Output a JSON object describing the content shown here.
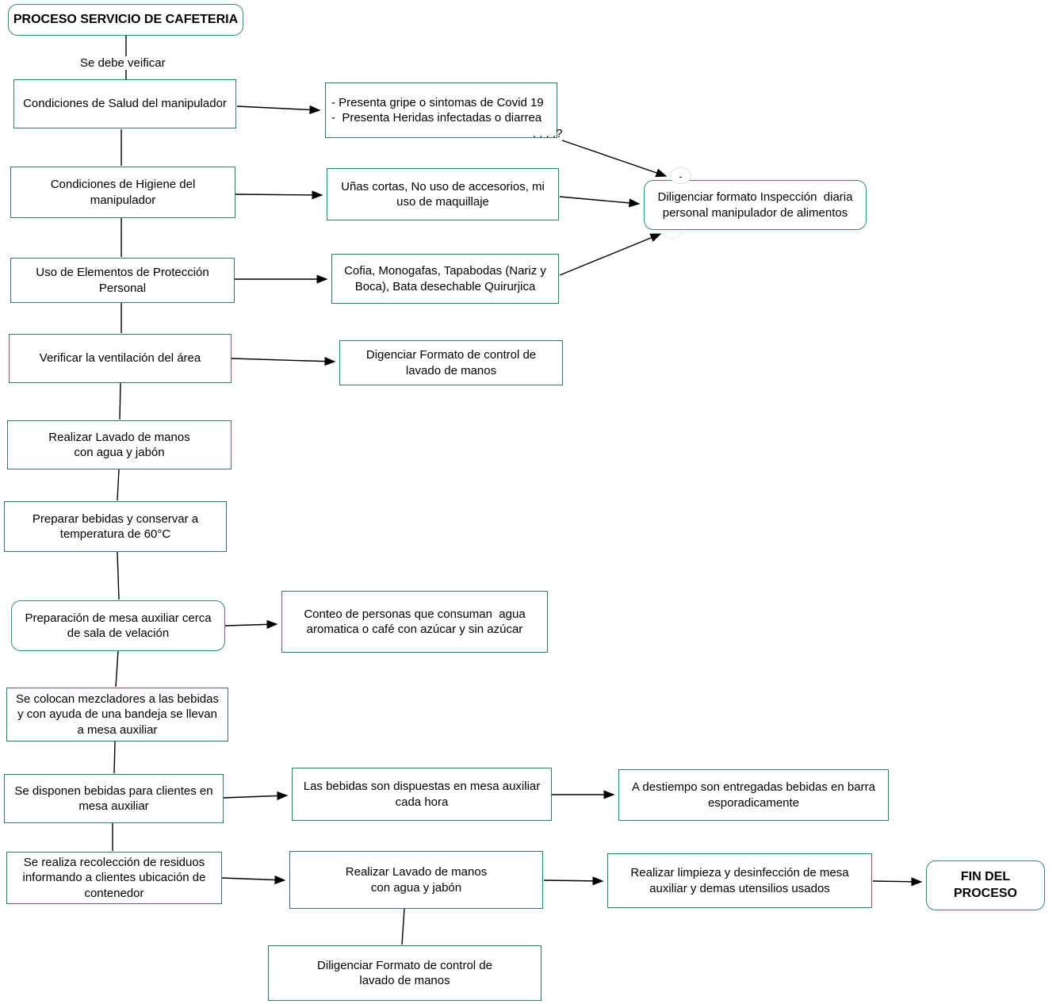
{
  "colors": {
    "box_border_green": "#2e7e66",
    "rounded_border_green": "#3a8e6e",
    "connector_black": "#000000",
    "text_black": "#000000"
  },
  "labels": {
    "verify": "Se debe veificar",
    "question": ". . . .?",
    "dash": "-"
  },
  "nodes": {
    "title": {
      "label": "PROCESO SERVICIO DE CAFETERIA"
    },
    "salud": {
      "label": "Condiciones de Salud del manipulador"
    },
    "gripe": {
      "label": "- Presenta gripe o sintomas de Covid 19\n-  Presenta Heridas infectadas o diarrea"
    },
    "higiene": {
      "label": "Condiciones de Higiene del\nmanipulador"
    },
    "unas": {
      "label": "Uñas cortas, No uso de accesorios, mi\nuso de maquillaje"
    },
    "inspeccion": {
      "label": "Diligenciar formato Inspección  diaria\npersonal manipulador de alimentos"
    },
    "epp": {
      "label": "Uso de Elementos de Protección\nPersonal"
    },
    "cofia": {
      "label": "Cofia, Monogafas, Tapabodas (Nariz y\nBoca), Bata desechable Quirurjica"
    },
    "ventilacion": {
      "label": "Verificar la ventilación del área"
    },
    "digenciar_control": {
      "label": "Digenciar Formato de control de\nlavado de manos"
    },
    "lavado1": {
      "label": "Realizar Lavado de manos\ncon agua y jabón"
    },
    "preparar": {
      "label": "Preparar bebidas y conservar a\ntemperatura de 60°C"
    },
    "mesa_auxiliar": {
      "label": "Preparación de mesa auxiliar cerca\nde sala de velación"
    },
    "conteo": {
      "label": "Conteo de personas que consuman  agua\naromatica o café con azúcar y sin azúcar"
    },
    "mezcladores": {
      "label": "Se colocan mezcladores a las bebidas\ny con ayuda de una bandeja se llevan\na mesa auxiliar"
    },
    "disponen": {
      "label": "Se disponen bebidas para clientes en\nmesa auxiliar"
    },
    "dispuestas": {
      "label": "Las bebidas son dispuestas en mesa auxiliar\ncada hora"
    },
    "destiempo": {
      "label": "A destiempo son entregadas bebidas en barra\nesporadicamente"
    },
    "recoleccion": {
      "label": "Se realiza recolección de residuos\ninformando a clientes ubicación de\ncontenedor"
    },
    "lavado2": {
      "label": "Realizar Lavado de manos\ncon agua y jabón"
    },
    "limpieza": {
      "label": "Realizar limpieza y desinfección de mesa\nauxiliar y demas utensilios usados"
    },
    "fin": {
      "label": "FIN DEL PROCESO"
    },
    "diligenciar_control2": {
      "label": "Diligenciar Formato de control de\nlavado de manos"
    }
  }
}
